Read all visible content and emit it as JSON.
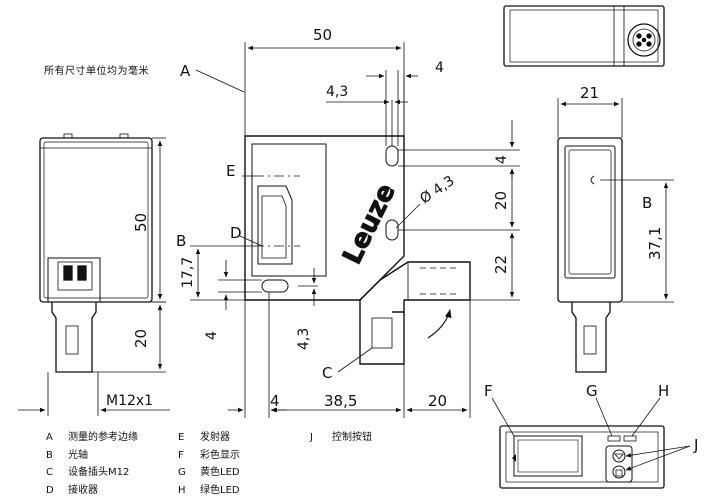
{
  "note": "所有尺寸单位均为毫米",
  "dimensions": {
    "width_50": "50",
    "slot_4": "4",
    "pitch_4_3": "4,3",
    "width_21": "21",
    "height_50": "50",
    "hole_offset_4": "4",
    "hole_pitch_20": "20",
    "hole_dia": "Ø 4,3",
    "connector_22": "22",
    "axis_17_7": "17,7",
    "axis_37_1": "37,1",
    "side_20": "20",
    "bottom_4": "4",
    "bottom_4_3": "4,3",
    "bottom_38_5": "38,5",
    "bottom_20": "20",
    "thread": "M12x1"
  },
  "brand": "Leuze",
  "callouts": {
    "A": "A",
    "B": "B",
    "B2": "B",
    "C": "C",
    "D": "D",
    "E": "E",
    "F": "F",
    "G": "G",
    "H": "H",
    "J": "J"
  },
  "legend": {
    "col1": [
      {
        "key": "A",
        "text": "测量的参考边缘"
      },
      {
        "key": "B",
        "text": "光轴"
      },
      {
        "key": "C",
        "text": "设备插头M12"
      },
      {
        "key": "D",
        "text": "接收器"
      }
    ],
    "col2": [
      {
        "key": "E",
        "text": "发射器"
      },
      {
        "key": "F",
        "text": "彩色显示"
      },
      {
        "key": "G",
        "text": "黄色LED"
      },
      {
        "key": "H",
        "text": "绿色LED"
      }
    ],
    "col3": [
      {
        "key": "J",
        "text": "控制按钮"
      }
    ]
  }
}
